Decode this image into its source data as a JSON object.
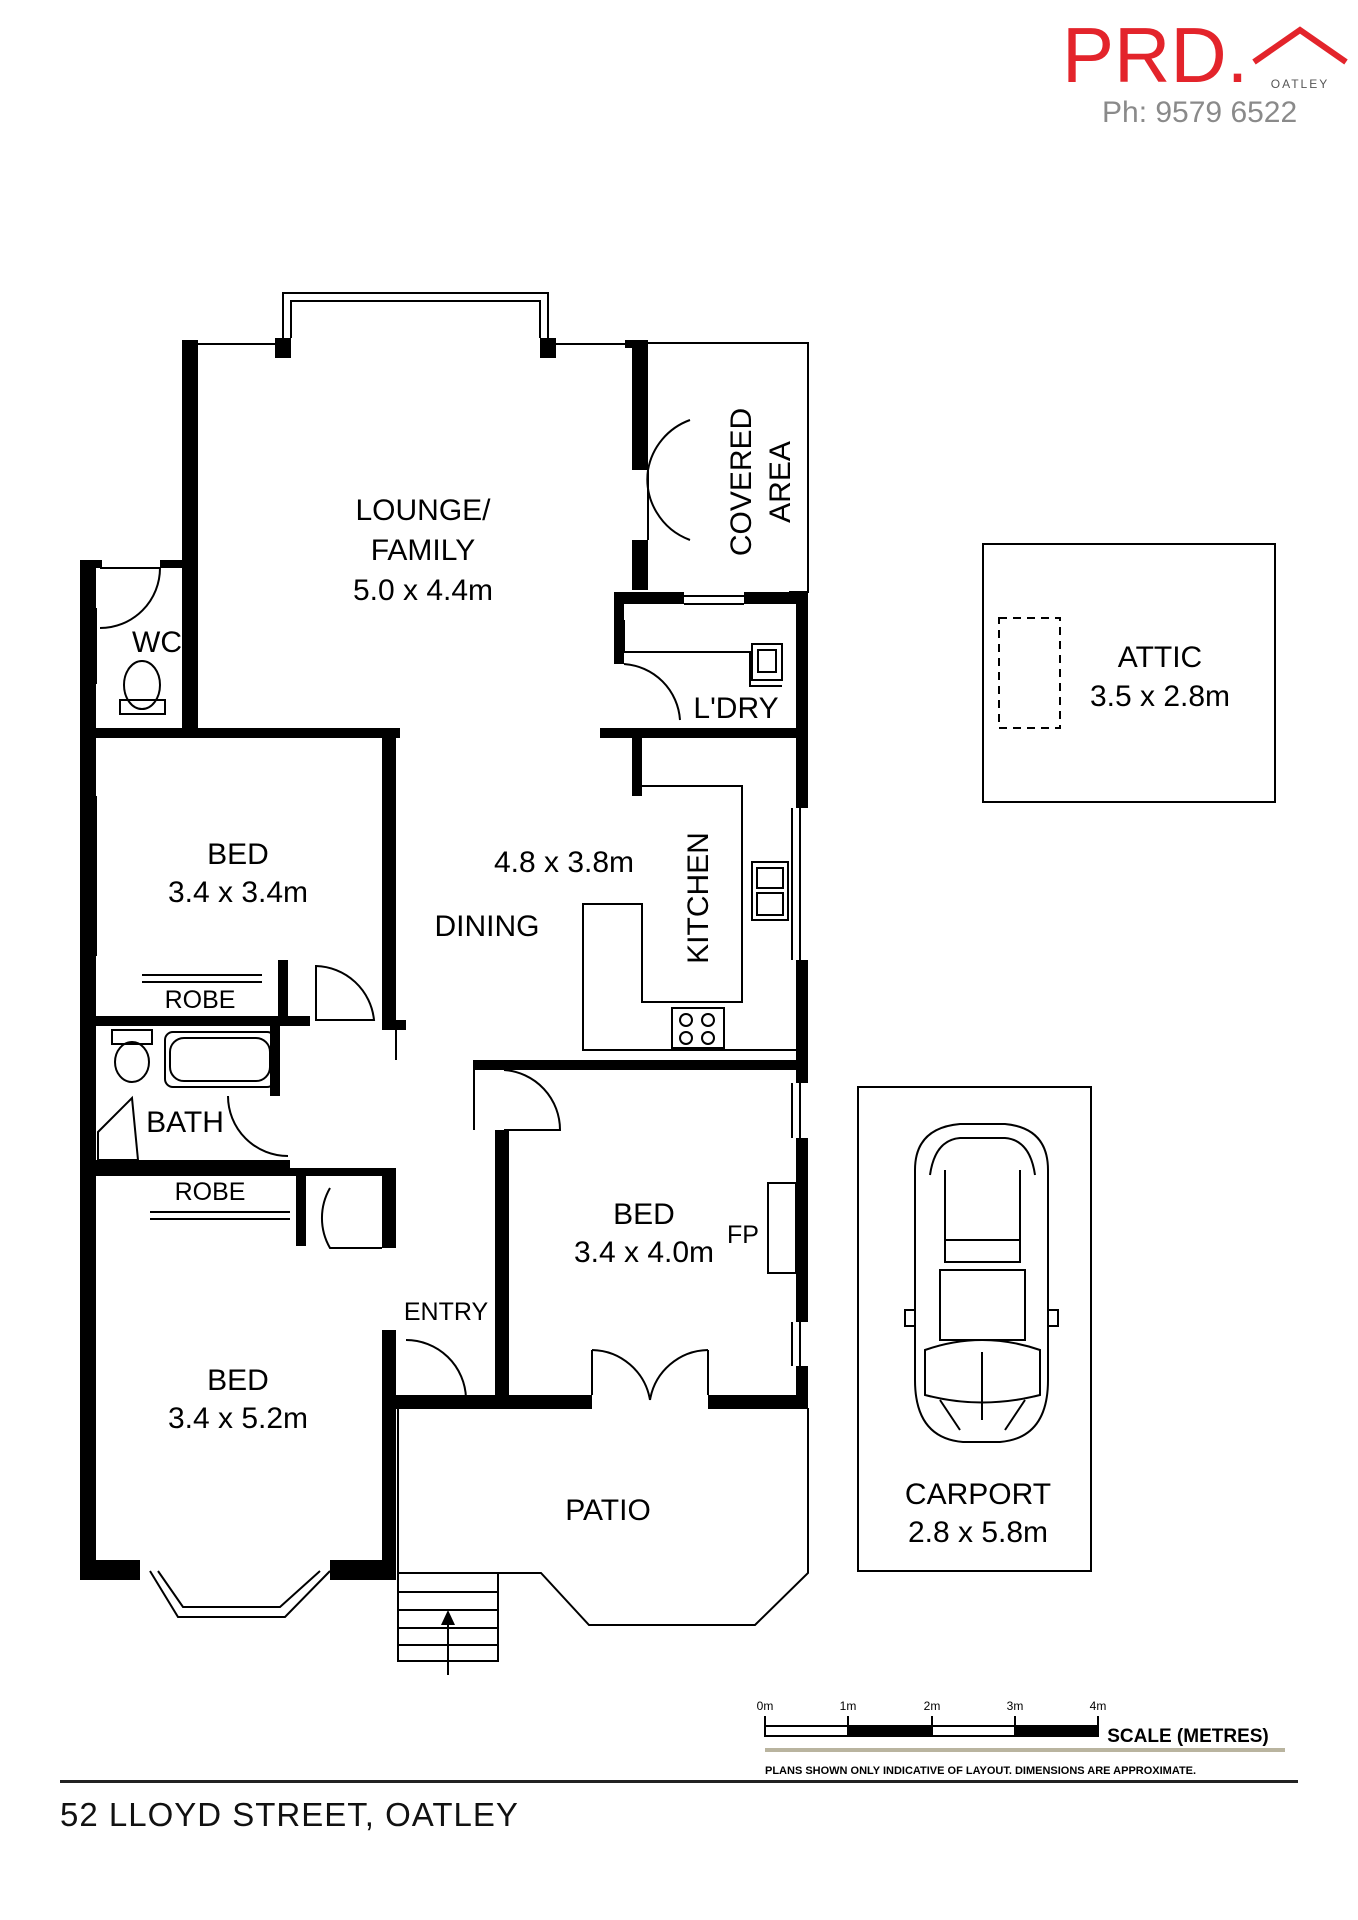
{
  "brand": {
    "name": "PRD.",
    "suburb": "OATLEY",
    "phone": "Ph: 9579 6522",
    "color": "#e3242b",
    "phone_color": "#8a8a8a"
  },
  "rooms": {
    "lounge": {
      "name": "LOUNGE/",
      "name2": "FAMILY",
      "size": "5.0 x 4.4m"
    },
    "covered": {
      "name": "COVERED",
      "name2": "AREA"
    },
    "wc": {
      "name": "WC"
    },
    "laundry": {
      "name": "L'DRY"
    },
    "attic": {
      "name": "ATTIC",
      "size": "3.5 x 2.8m"
    },
    "bed1": {
      "name": "BED",
      "size": "3.4 x 3.4m",
      "robe": "ROBE"
    },
    "dining": {
      "name": "DINING",
      "size": "4.8 x 3.8m"
    },
    "kitchen": {
      "name": "KITCHEN"
    },
    "bath": {
      "name": "BATH"
    },
    "bed2": {
      "name": "BED",
      "size": "3.4 x 5.2m",
      "robe": "ROBE"
    },
    "bed3": {
      "name": "BED",
      "size": "3.4 x 4.0m",
      "fp": "FP"
    },
    "entry": {
      "name": "ENTRY"
    },
    "patio": {
      "name": "PATIO"
    },
    "carport": {
      "name": "CARPORT",
      "size": "2.8 x 5.8m"
    }
  },
  "scale": {
    "ticks": [
      "0m",
      "1m",
      "2m",
      "3m",
      "4m"
    ],
    "title": "SCALE (METRES)",
    "disclaimer": "PLANS SHOWN ONLY INDICATIVE OF LAYOUT.  DIMENSIONS ARE APPROXIMATE."
  },
  "address": "52 LLOYD STREET, OATLEY"
}
